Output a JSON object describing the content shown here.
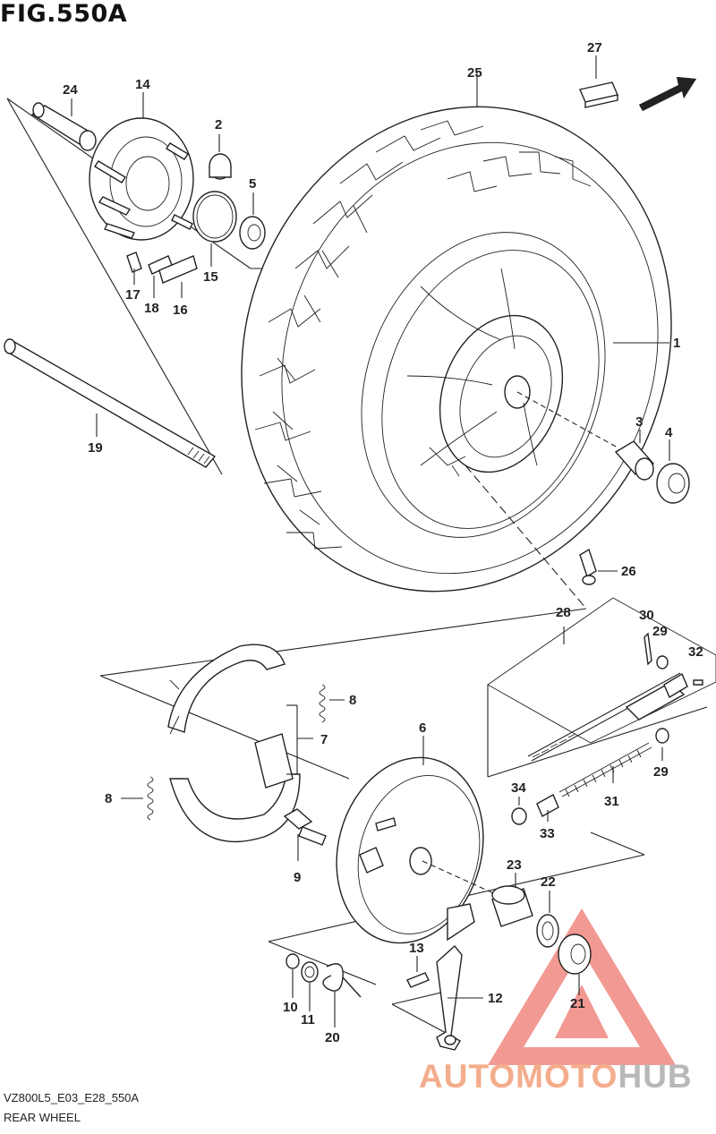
{
  "figure": {
    "title": "FIG.550A",
    "code": "VZ800L5_E03_E28_550A",
    "name": "REAR WHEEL",
    "direction_label": "FWD"
  },
  "callouts": [
    "1",
    "2",
    "3",
    "4",
    "5",
    "6",
    "7",
    "8",
    "8",
    "9",
    "10",
    "11",
    "12",
    "13",
    "14",
    "15",
    "16",
    "17",
    "18",
    "19",
    "20",
    "21",
    "22",
    "23",
    "24",
    "25",
    "26",
    "27",
    "28",
    "29",
    "29",
    "30",
    "31",
    "32",
    "33",
    "34"
  ],
  "watermark": {
    "part_a": "AUTOMOTO",
    "part_b": "HUB",
    "color_a": "#f4ad8c",
    "color_b": "#b8b8b8",
    "logo_color": "#e8463c"
  }
}
